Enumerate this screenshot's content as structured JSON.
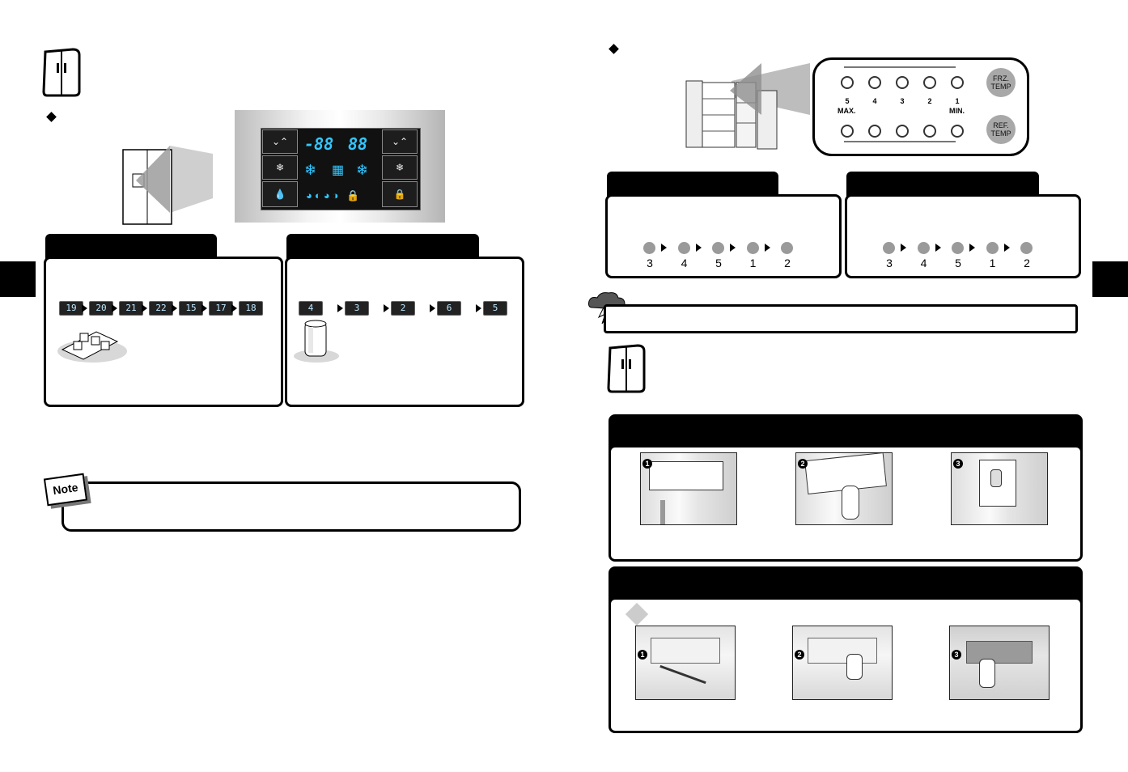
{
  "left": {
    "control_panel": {
      "lcd_left": "-88",
      "lcd_right": "88"
    },
    "freezer_sequence": [
      "19",
      "20",
      "21",
      "22",
      "15",
      "17",
      "18"
    ],
    "fridge_sequence": [
      "4",
      "3",
      "2",
      "6",
      "5"
    ],
    "note_label": "Note"
  },
  "right": {
    "panel": {
      "numbers": [
        "5",
        "4",
        "3",
        "2",
        "1"
      ],
      "max_label": "MAX.",
      "min_label": "MIN.",
      "frz_button": "FRZ. TEMP",
      "ref_button": "REF. TEMP"
    },
    "freezer_dots": [
      "3",
      "4",
      "5",
      "1",
      "2"
    ],
    "fridge_dots": [
      "3",
      "4",
      "5",
      "1",
      "2"
    ],
    "steps_a": [
      "1",
      "2",
      "3"
    ],
    "steps_b": [
      "1",
      "2",
      "3"
    ]
  }
}
